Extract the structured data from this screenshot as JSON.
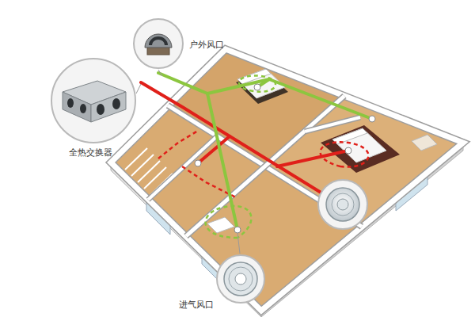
{
  "diagram": {
    "nodes": [
      {
        "text": [
          "户外风口"
        ]
      },
      {
        "text": [
          "全热交换器"
        ]
      },
      {
        "text": [
          "进气风口"
        ]
      }
    ]
  }
}
